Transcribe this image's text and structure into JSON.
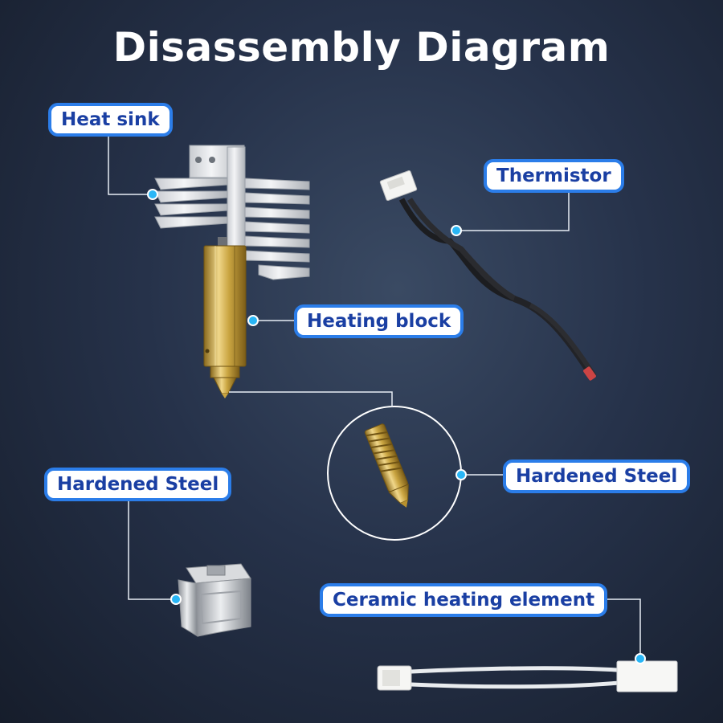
{
  "title": "Disassembly Diagram",
  "callouts": {
    "heat_sink": "Heat sink",
    "thermistor": "Thermistor",
    "heating_block": "Heating block",
    "nozzle": "Hardened Steel",
    "clip": "Hardened Steel",
    "ceramic": "Ceramic heating element"
  },
  "colors": {
    "accent": "#2b7de9",
    "dot": "#29b6f6",
    "label_text": "#1a3fa3"
  }
}
